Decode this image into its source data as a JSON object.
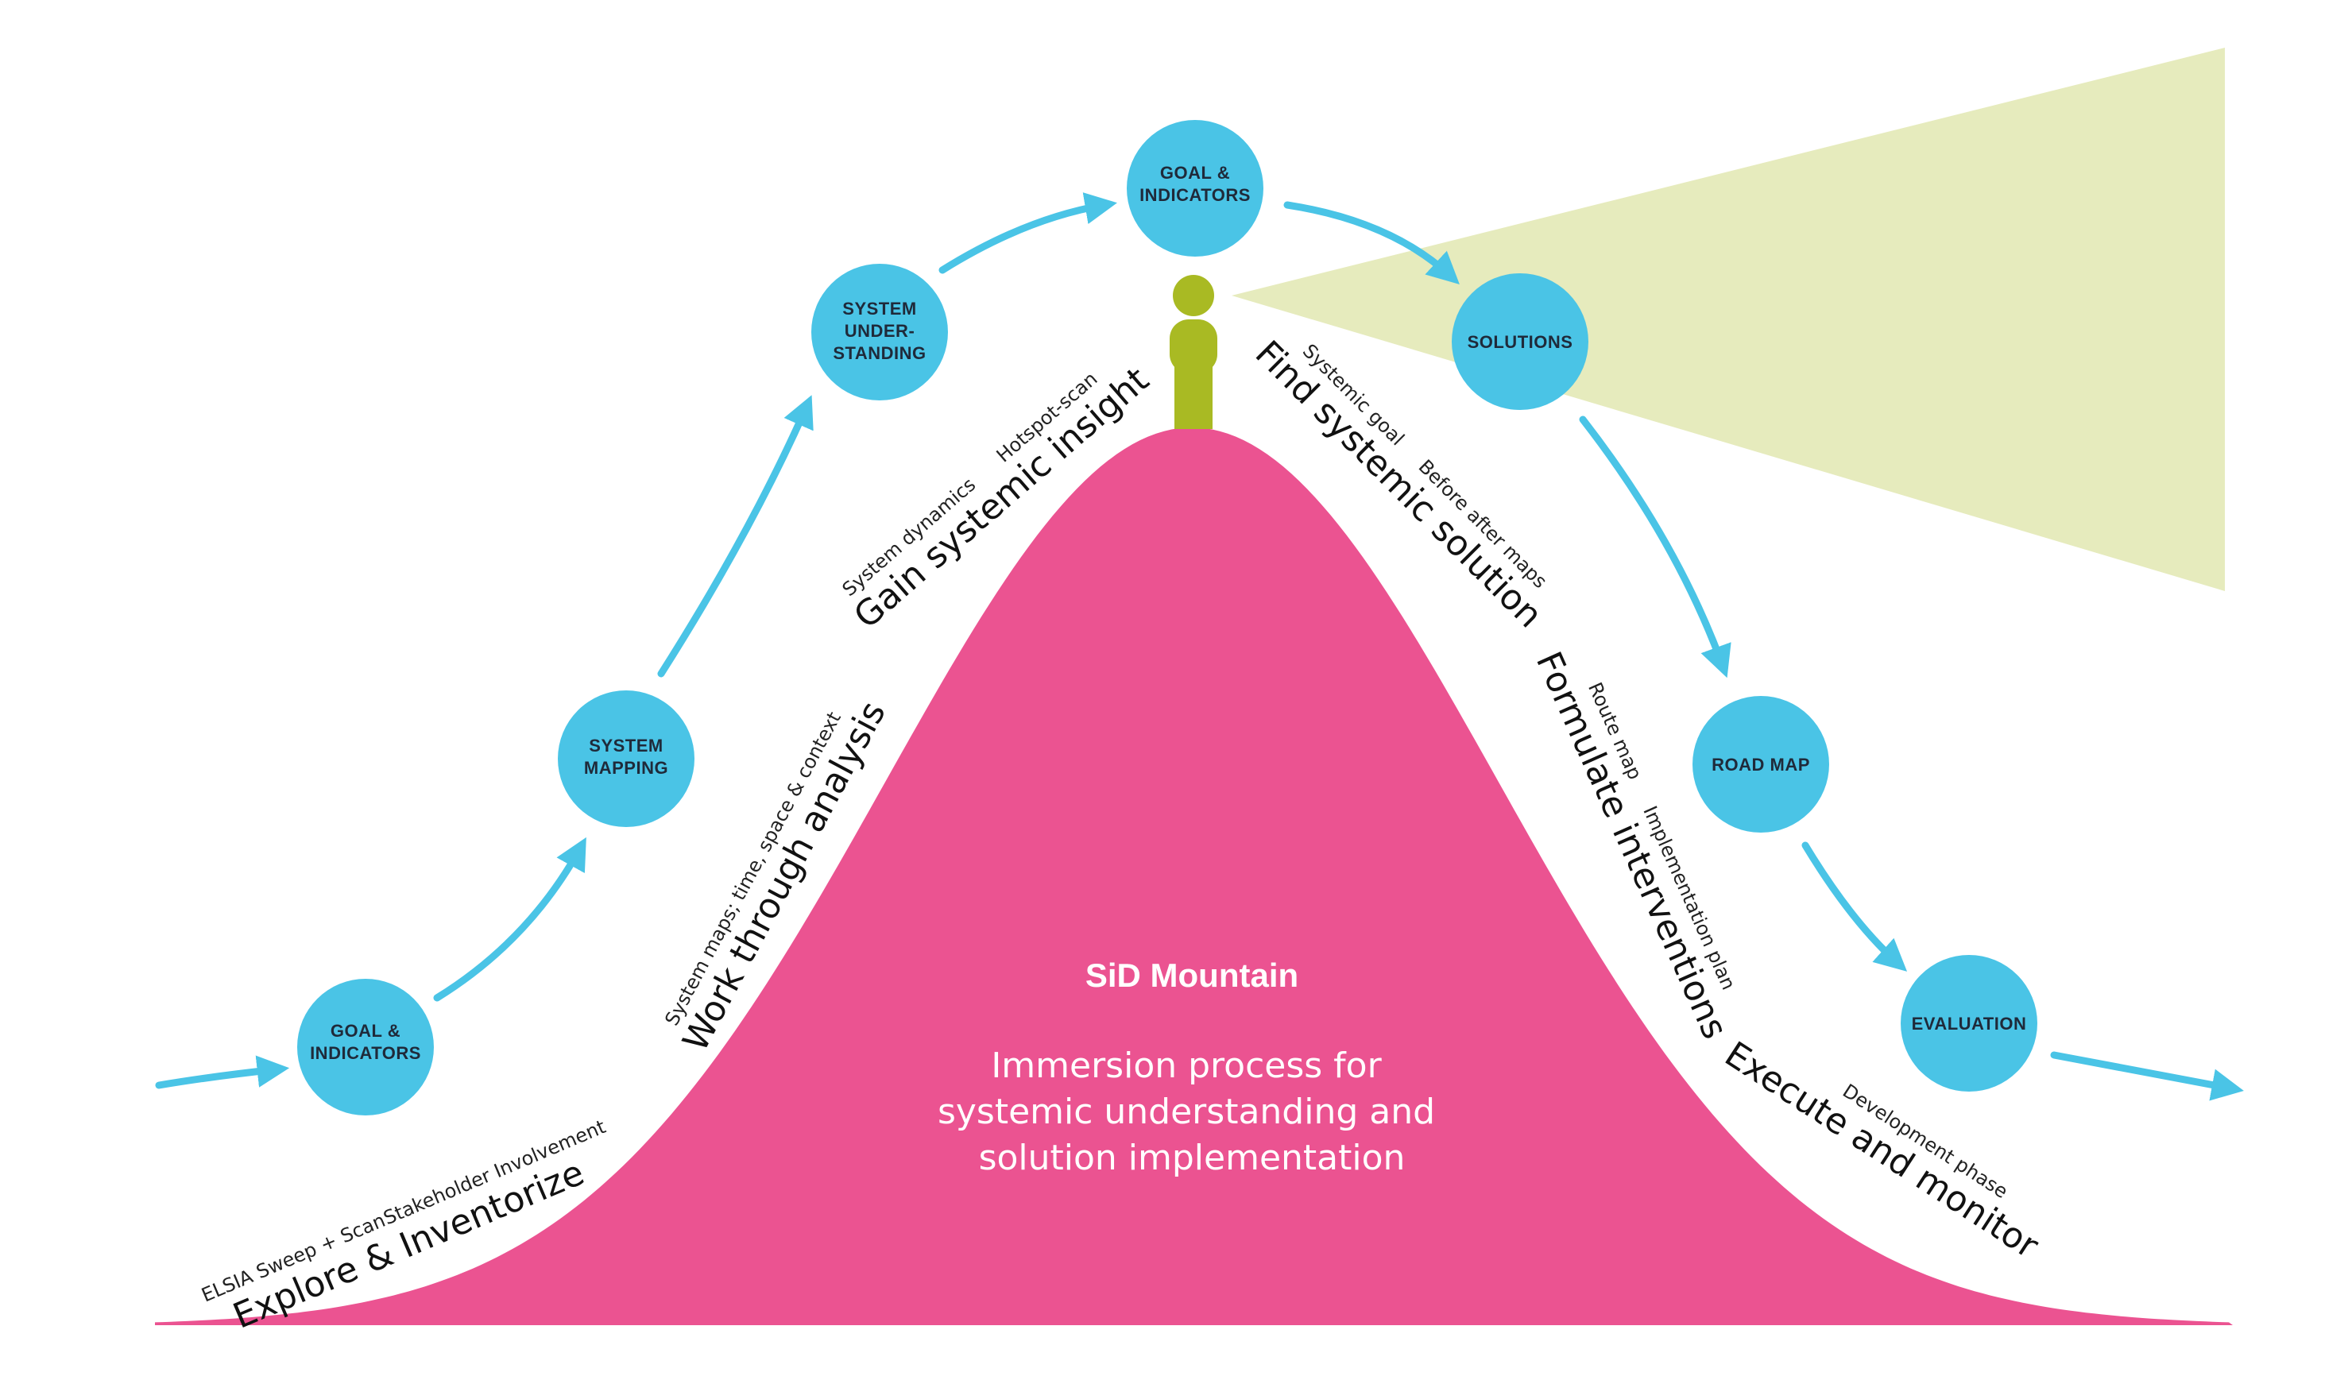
{
  "colors": {
    "mountain": "#eb5391",
    "node": "#4ac4e6",
    "arrow": "#4ac4e6",
    "figure": "#a9ba23",
    "beam": "#e6ebbd",
    "text": "#111111"
  },
  "mountain": {
    "title": "SiD Mountain",
    "subtitle_lines": [
      "Immersion process for",
      "systemic understanding and",
      "solution implementation"
    ]
  },
  "nodes": [
    {
      "lines": [
        "GOAL &",
        "INDICATORS"
      ]
    },
    {
      "lines": [
        "SYSTEM",
        "MAPPING"
      ]
    },
    {
      "lines": [
        "SYSTEM",
        "UNDER-",
        "STANDING"
      ]
    },
    {
      "lines": [
        "GOAL &",
        "INDICATORS"
      ]
    },
    {
      "lines": [
        "SOLUTIONS"
      ]
    },
    {
      "lines": [
        "ROAD MAP"
      ]
    },
    {
      "lines": [
        "EVALUATION"
      ]
    }
  ],
  "phases": [
    {
      "title": "Explore & Inventorize",
      "subs": [
        "ELSIA Sweep + Scan",
        "Stakeholder Involvement"
      ]
    },
    {
      "title": "Work through analysis",
      "subs": [
        "System maps; time, space & context"
      ]
    },
    {
      "title": "Gain systemic insight",
      "subs": [
        "System dynamics",
        "Hotspot-scan"
      ]
    },
    {
      "title": "Find systemic solution",
      "subs": [
        "Systemic goal",
        "Before after maps"
      ]
    },
    {
      "title": "Formulate interventions",
      "subs": [
        "Route map",
        "Implementation plan"
      ]
    },
    {
      "title": "Execute and monitor",
      "subs": [
        "Development phase"
      ]
    }
  ],
  "figure_icon": "person-icon"
}
